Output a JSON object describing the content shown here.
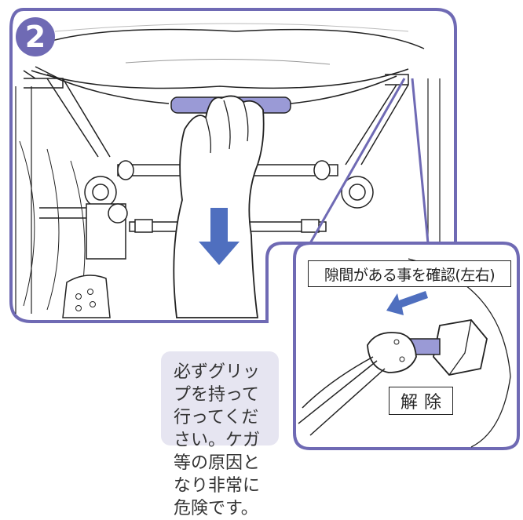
{
  "step": {
    "number": "2"
  },
  "labels": {
    "check_gap": "隙間がある事を確認(左右)",
    "release": "解除"
  },
  "caution": {
    "text": "必ずグリップを持って行ってください。ケガ等の原因となり非常に危険です。"
  },
  "colors": {
    "frame": "#6f6ab4",
    "grip": "#9a9ad6",
    "caution_bg": "#e6e5f1",
    "arrow": "#4f6fbf"
  }
}
